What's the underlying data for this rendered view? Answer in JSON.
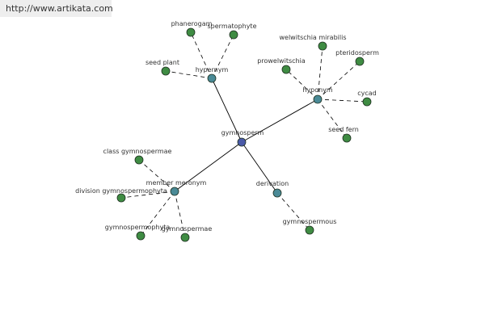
{
  "header": {
    "site_url": "http://www.artikata.com"
  },
  "graph": {
    "colors": {
      "center": "#4a5aa8",
      "relation": "#4a8a96",
      "leaf": "#3f8c43",
      "stroke": "#1e3020",
      "line": "#000000"
    },
    "nodes": [
      {
        "id": "gymnosperm",
        "label": "gymnosperm",
        "kind": "center"
      },
      {
        "id": "hypernym",
        "label": "hypernym",
        "kind": "relation"
      },
      {
        "id": "hyponym",
        "label": "hyponym",
        "kind": "relation"
      },
      {
        "id": "member_meronym",
        "label": "member meronym",
        "kind": "relation"
      },
      {
        "id": "derivation",
        "label": "derivation",
        "kind": "relation"
      },
      {
        "id": "phanerogam",
        "label": "phanerogam",
        "kind": "leaf"
      },
      {
        "id": "spermatophyte",
        "label": "spermatophyte",
        "kind": "leaf"
      },
      {
        "id": "seed_plant",
        "label": "seed plant",
        "kind": "leaf"
      },
      {
        "id": "welwitschia_mirabilis",
        "label": "welwitschia mirabilis",
        "kind": "leaf"
      },
      {
        "id": "prowelwitschia",
        "label": "prowelwitschia",
        "kind": "leaf"
      },
      {
        "id": "pteridosperm",
        "label": "pteridosperm",
        "kind": "leaf"
      },
      {
        "id": "cycad",
        "label": "cycad",
        "kind": "leaf"
      },
      {
        "id": "seed_fern",
        "label": "seed fern",
        "kind": "leaf"
      },
      {
        "id": "class_gymnospermae",
        "label": "class gymnospermae",
        "kind": "leaf"
      },
      {
        "id": "division_gymnospermophyta",
        "label": "division gymnospermophyta",
        "kind": "leaf"
      },
      {
        "id": "gymnospermophyta",
        "label": "gymnospermophyta",
        "kind": "leaf"
      },
      {
        "id": "gymnospermae",
        "label": "gymnospermae",
        "kind": "leaf"
      },
      {
        "id": "gymnospermous",
        "label": "gymnospermous",
        "kind": "leaf"
      }
    ],
    "edges": [
      {
        "from": "gymnosperm",
        "to": "hypernym",
        "style": "solid"
      },
      {
        "from": "gymnosperm",
        "to": "hyponym",
        "style": "solid"
      },
      {
        "from": "gymnosperm",
        "to": "member_meronym",
        "style": "solid"
      },
      {
        "from": "gymnosperm",
        "to": "derivation",
        "style": "solid"
      },
      {
        "from": "hypernym",
        "to": "phanerogam",
        "style": "dashed"
      },
      {
        "from": "hypernym",
        "to": "spermatophyte",
        "style": "dashed"
      },
      {
        "from": "hypernym",
        "to": "seed_plant",
        "style": "dashed"
      },
      {
        "from": "hyponym",
        "to": "welwitschia_mirabilis",
        "style": "dashed"
      },
      {
        "from": "hyponym",
        "to": "prowelwitschia",
        "style": "dashed"
      },
      {
        "from": "hyponym",
        "to": "pteridosperm",
        "style": "dashed"
      },
      {
        "from": "hyponym",
        "to": "cycad",
        "style": "dashed"
      },
      {
        "from": "hyponym",
        "to": "seed_fern",
        "style": "dashed"
      },
      {
        "from": "member_meronym",
        "to": "class_gymnospermae",
        "style": "dashed"
      },
      {
        "from": "member_meronym",
        "to": "division_gymnospermophyta",
        "style": "dashed"
      },
      {
        "from": "member_meronym",
        "to": "gymnospermophyta",
        "style": "dashed"
      },
      {
        "from": "member_meronym",
        "to": "gymnospermae",
        "style": "dashed"
      },
      {
        "from": "derivation",
        "to": "gymnospermous",
        "style": "dashed"
      }
    ]
  }
}
